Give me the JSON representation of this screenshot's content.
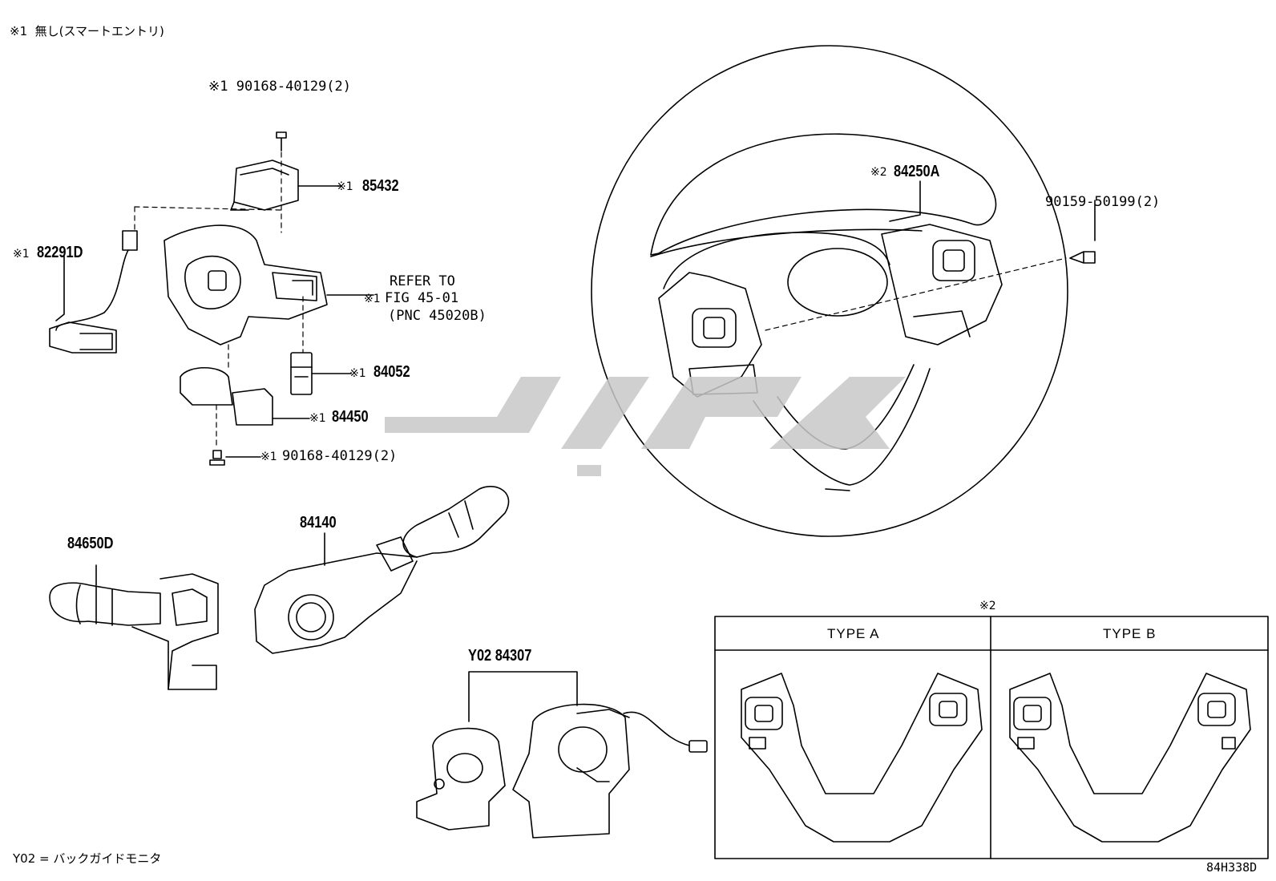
{
  "header_note": "※1  無し(スマートエントリ)",
  "footer_note": "Y02 = バックガイドモニタ",
  "figure_code": "84H338D",
  "watermark_color": "#c8c8c8",
  "labels": {
    "bolt_top": "※1 90168-40129(2)",
    "p85432_mark": "※1",
    "p85432": "85432",
    "p82291d_mark": "※1",
    "p82291d": "82291D",
    "refer_1": "REFER TO",
    "refer_mark": "※1",
    "refer_2": "FIG 45-01",
    "refer_3": "(PNC 45020B)",
    "p84052_mark": "※1",
    "p84052": "84052",
    "p84450_mark": "※1",
    "p84450": "84450",
    "bolt_bottom_mark": "※1",
    "bolt_bottom": "90168-40129(2)",
    "p84250a_mark": "※2",
    "p84250a": "84250A",
    "p90159": "90159-50199(2)",
    "p84140": "84140",
    "p84650d": "84650D",
    "p84307": "Y02 84307",
    "type_box_mark": "※2",
    "type_a": "TYPE A",
    "type_b": "TYPE B"
  }
}
